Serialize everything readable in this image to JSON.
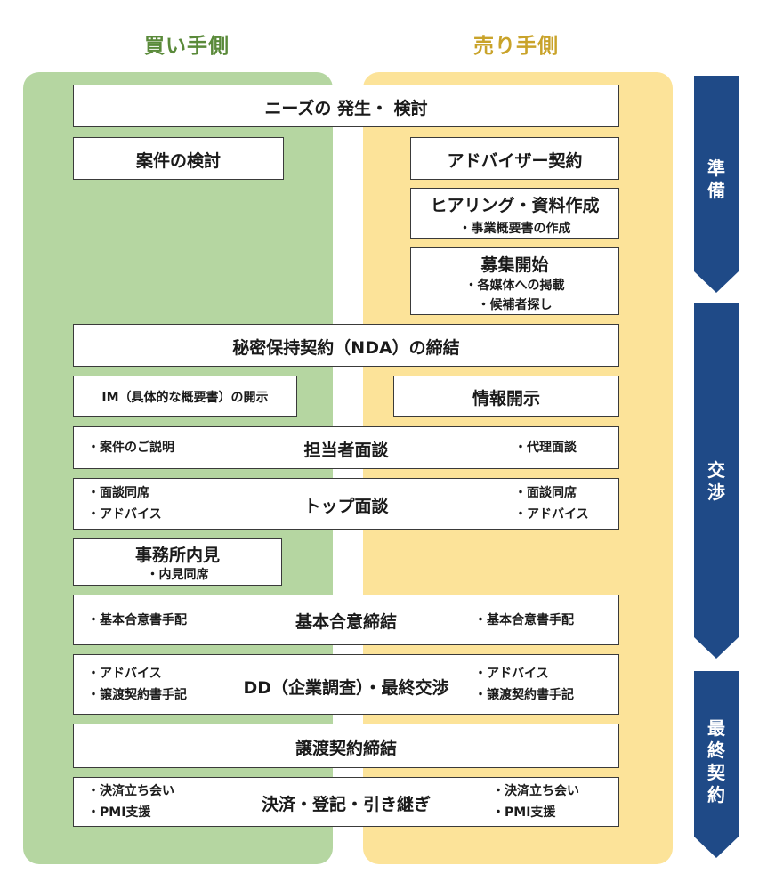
{
  "columns": {
    "buyer": {
      "title": "買い手側",
      "color": "#b5d6a1",
      "title_color": "#5a8a3a"
    },
    "seller": {
      "title": "売り手側",
      "color": "#fce399",
      "title_color": "#c9a32a"
    }
  },
  "phase_color": "#1f4a87",
  "phases": [
    {
      "label_lines": [
        "準",
        "備"
      ]
    },
    {
      "label_lines": [
        "交",
        "渉"
      ]
    },
    {
      "label_lines": [
        "最",
        "終",
        "契",
        "約"
      ]
    }
  ],
  "steps": {
    "needs": {
      "title": "ニーズの 発生・ 検討"
    },
    "case_review": {
      "title": "案件の検討"
    },
    "advisor_contract": {
      "title": "アドバイザー契約"
    },
    "hearing": {
      "title": "ヒアリング・資料作成",
      "notes": [
        "・事業概要書の作成"
      ]
    },
    "recruit": {
      "title": "募集開始",
      "notes": [
        "・各媒体への掲載",
        "・候補者探し"
      ]
    },
    "nda": {
      "title": "秘密保持契約（NDA）の締結"
    },
    "im": {
      "title": "IM（具体的な概要書）の開示"
    },
    "info_disclosure": {
      "title": "情報開示"
    },
    "staff_interview": {
      "title": "担当者面談",
      "left_notes": [
        "・案件のご説明"
      ],
      "right_notes": [
        "・代理面談"
      ]
    },
    "top_interview": {
      "title": "トップ面談",
      "left_notes": [
        "・面談同席",
        "・アドバイス"
      ],
      "right_notes": [
        "・面談同席",
        "・アドバイス"
      ]
    },
    "office_visit": {
      "title": "事務所内見",
      "notes": [
        "・内見同席"
      ]
    },
    "basic_agreement": {
      "title": "基本合意締結",
      "left_notes": [
        "・基本合意書手配"
      ],
      "right_notes": [
        "・基本合意書手配"
      ]
    },
    "dd": {
      "title": "DD（企業調査）・最終交渉",
      "left_notes": [
        "・アドバイス",
        "・譲渡契約書手記"
      ],
      "right_notes": [
        "・アドバイス",
        "・譲渡契約書手記"
      ]
    },
    "transfer_contract": {
      "title": "譲渡契約締結"
    },
    "settlement": {
      "title": "決済・登記・引き継ぎ",
      "left_notes": [
        "・決済立ち会い",
        "・PMI支援"
      ],
      "right_notes": [
        "・決済立ち会い",
        "・PMI支援"
      ]
    }
  }
}
